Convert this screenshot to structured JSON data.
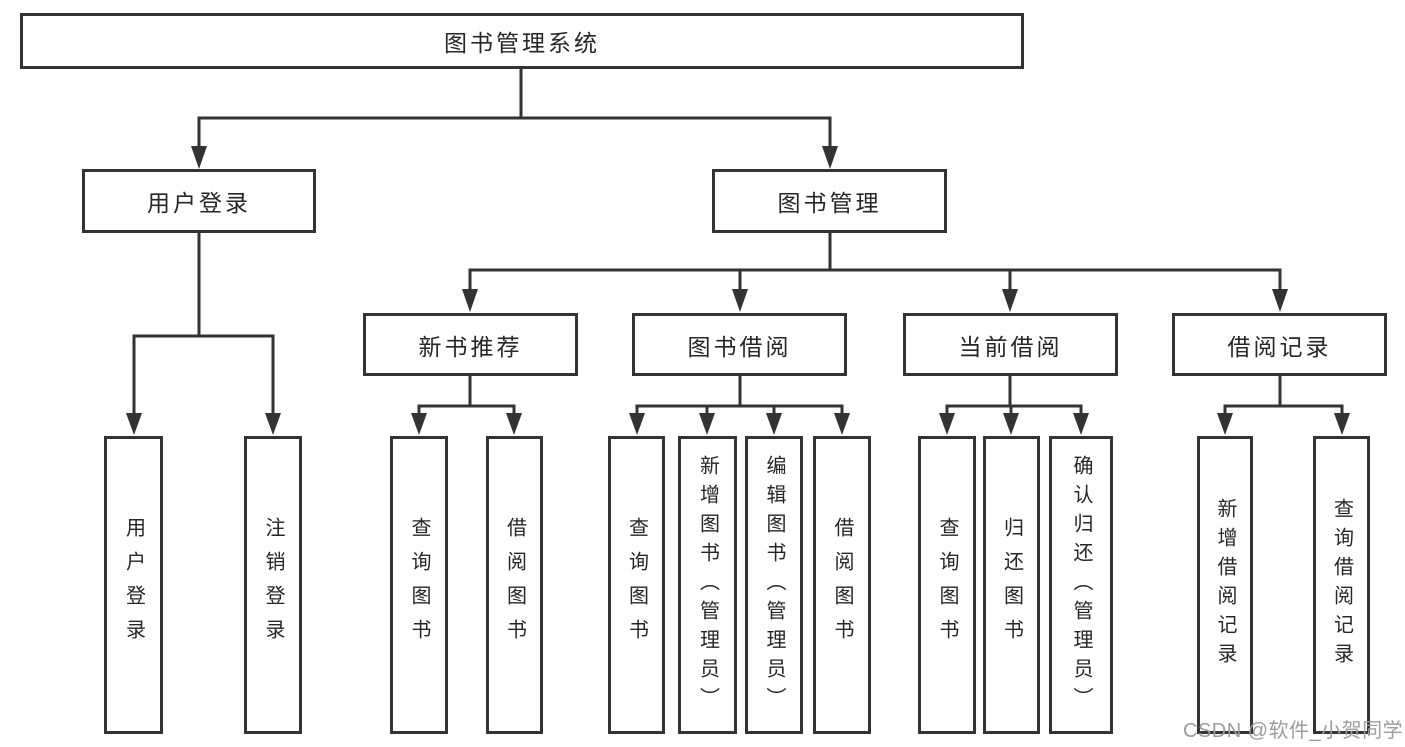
{
  "colors": {
    "background": "#ffffff",
    "box_border": "#333333",
    "connector_line": "#333333",
    "node_text": "#262626",
    "watermark_text": "#9c9c9c"
  },
  "tree": {
    "root": {
      "label": "图书管理系统"
    },
    "children": [
      {
        "label": "用户登录",
        "children": [
          {
            "label": "用户登录"
          },
          {
            "label": "注销登录"
          }
        ]
      },
      {
        "label": "图书管理",
        "children": [
          {
            "label": "新书推荐",
            "children": [
              {
                "label": "查询图书"
              },
              {
                "label": "借阅图书"
              }
            ]
          },
          {
            "label": "图书借阅",
            "children": [
              {
                "label": "查询图书"
              },
              {
                "label": "新增图书（管理员）"
              },
              {
                "label": "编辑图书（管理员）"
              },
              {
                "label": "借阅图书"
              }
            ]
          },
          {
            "label": "当前借阅",
            "children": [
              {
                "label": "查询图书"
              },
              {
                "label": "归还图书"
              },
              {
                "label": "确认归还（管理员）"
              }
            ]
          },
          {
            "label": "借阅记录",
            "children": [
              {
                "label": "新增借阅记录"
              },
              {
                "label": "查询借阅记录"
              }
            ]
          }
        ]
      }
    ]
  },
  "watermark": {
    "text": "CSDN @软件_小贺同学"
  }
}
